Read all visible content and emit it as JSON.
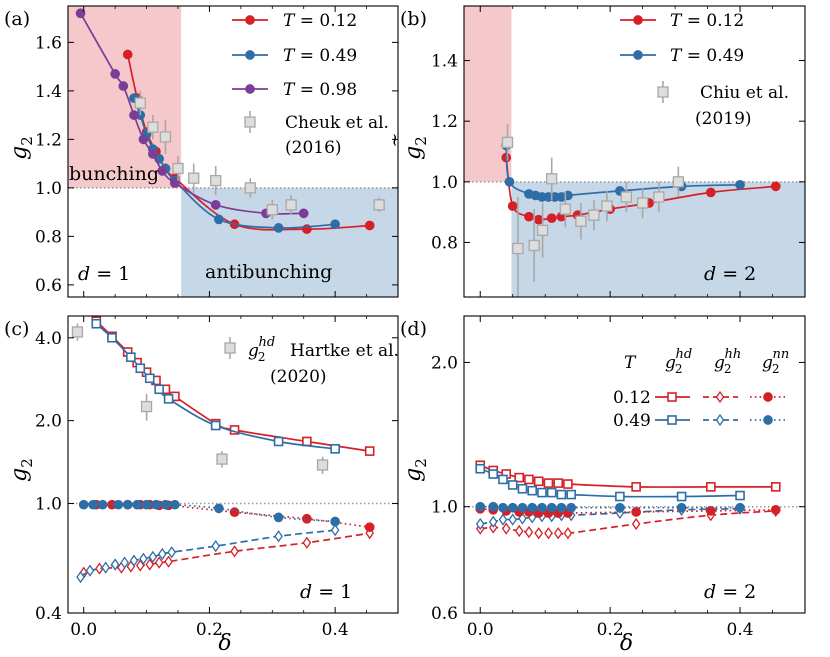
{
  "colors": {
    "red": "#d62027",
    "blue": "#2e6ea6",
    "purple": "#7d3c98",
    "exp": "#a8a8a8",
    "bunching_bg": "#f5c8cc",
    "antibunching_bg": "#c6d7e8",
    "ref_line": "#999999"
  },
  "chart_data": [
    {
      "panel": "(a)",
      "type": "line",
      "xlabel": "",
      "ylabel": "ḡ₂",
      "xlim": [
        -0.025,
        0.5
      ],
      "ylim": [
        0.55,
        1.75
      ],
      "yticks": [
        0.6,
        0.8,
        1.0,
        1.2,
        1.4,
        1.6
      ],
      "xticks": [
        0.0,
        0.2,
        0.4
      ],
      "grid": false,
      "legend_position": "top-right",
      "annotations": [
        "bunching",
        "antibunching",
        "d = 1"
      ],
      "shaded_regions": [
        {
          "label": "bunching",
          "x": [
            -0.025,
            0.155
          ],
          "y": [
            1.0,
            1.75
          ]
        },
        {
          "label": "antibunching",
          "x": [
            0.155,
            0.5
          ],
          "y": [
            0.55,
            1.0
          ]
        }
      ],
      "reference_line": 1.0,
      "series": [
        {
          "name": "T = 0.12",
          "color_key": "red",
          "marker": "circle",
          "x": [
            0.07,
            0.085,
            0.1,
            0.115,
            0.13,
            0.145,
            0.24,
            0.355,
            0.455
          ],
          "y": [
            1.55,
            1.37,
            1.23,
            1.15,
            1.08,
            1.04,
            0.85,
            0.83,
            0.845
          ]
        },
        {
          "name": "T = 0.49",
          "color_key": "blue",
          "marker": "circle",
          "x": [
            0.08,
            0.09,
            0.1,
            0.11,
            0.12,
            0.13,
            0.145,
            0.215,
            0.31,
            0.4
          ],
          "y": [
            1.37,
            1.3,
            1.22,
            1.16,
            1.12,
            1.08,
            1.03,
            0.87,
            0.835,
            0.85
          ]
        },
        {
          "name": "T = 0.98",
          "color_key": "purple",
          "marker": "circle",
          "x": [
            -0.005,
            0.05,
            0.063,
            0.08,
            0.095,
            0.11,
            0.125,
            0.145,
            0.21,
            0.29,
            0.35
          ],
          "y": [
            1.72,
            1.47,
            1.42,
            1.3,
            1.2,
            1.14,
            1.07,
            1.02,
            0.93,
            0.895,
            0.895
          ]
        },
        {
          "name": "Cheuk et al. (2016)",
          "color_key": "exp",
          "marker": "square",
          "x": [
            0.09,
            0.11,
            0.13,
            0.15,
            0.175,
            0.21,
            0.265,
            0.3,
            0.33,
            0.47
          ],
          "y": [
            1.35,
            1.25,
            1.21,
            1.08,
            1.04,
            1.03,
            1.0,
            0.91,
            0.93,
            0.93
          ],
          "err": [
            0.05,
            0.05,
            0.07,
            0.05,
            0.06,
            0.06,
            0.04,
            0.04,
            0.04,
            0.03
          ]
        }
      ]
    },
    {
      "panel": "(b)",
      "type": "line",
      "xlabel": "",
      "ylabel": "g̃₂",
      "xlim": [
        -0.025,
        0.5
      ],
      "ylim": [
        0.62,
        1.58
      ],
      "yticks": [
        0.8,
        1.0,
        1.2,
        1.4
      ],
      "xticks": [
        0.0,
        0.2,
        0.4
      ],
      "grid": false,
      "legend_position": "top-right",
      "annotations": [
        "d = 2"
      ],
      "shaded_regions": [
        {
          "label": "bunching",
          "x": [
            -0.025,
            0.048
          ],
          "y": [
            1.0,
            1.58
          ]
        },
        {
          "label": "antibunching",
          "x": [
            0.048,
            0.5
          ],
          "y": [
            0.62,
            1.0
          ]
        }
      ],
      "reference_line": 1.0,
      "series": [
        {
          "name": "T = 0.12",
          "color_key": "red",
          "marker": "circle",
          "x": [
            0.04,
            0.05,
            0.075,
            0.09,
            0.11,
            0.125,
            0.15,
            0.2,
            0.26,
            0.355,
            0.455
          ],
          "y": [
            1.08,
            0.92,
            0.885,
            0.875,
            0.88,
            0.885,
            0.89,
            0.91,
            0.93,
            0.965,
            0.985
          ]
        },
        {
          "name": "T = 0.49",
          "color_key": "blue",
          "marker": "circle",
          "x": [
            0.04,
            0.045,
            0.075,
            0.085,
            0.095,
            0.105,
            0.115,
            0.125,
            0.135,
            0.215,
            0.31,
            0.4
          ],
          "y": [
            1.12,
            1.0,
            0.96,
            0.955,
            0.95,
            0.95,
            0.95,
            0.95,
            0.955,
            0.97,
            0.985,
            0.99
          ]
        },
        {
          "name": "Chiu et al. (2019)",
          "color_key": "exp",
          "marker": "square",
          "x": [
            0.042,
            0.058,
            0.083,
            0.096,
            0.11,
            0.131,
            0.155,
            0.175,
            0.195,
            0.225,
            0.25,
            0.275,
            0.305
          ],
          "y": [
            1.13,
            0.78,
            0.79,
            0.84,
            1.01,
            0.91,
            0.87,
            0.89,
            0.92,
            0.95,
            0.93,
            0.95,
            1.0
          ],
          "err": [
            0.06,
            0.17,
            0.12,
            0.09,
            0.07,
            0.06,
            0.06,
            0.05,
            0.05,
            0.05,
            0.05,
            0.05,
            0.05
          ]
        }
      ]
    },
    {
      "panel": "(c)",
      "type": "line",
      "xlabel": "δ",
      "ylabel": "g₂",
      "yscale": "log",
      "xlim": [
        -0.025,
        0.5
      ],
      "ylim": [
        0.4,
        4.8
      ],
      "yticks": [
        0.4,
        1.0,
        2.0,
        4.0
      ],
      "ytick_labels": [
        "0.4",
        "1.0",
        "2.0",
        "4.0"
      ],
      "xticks": [
        0.0,
        0.2,
        0.4
      ],
      "xtick_labels": [
        "0.0",
        "0.2",
        "0.4"
      ],
      "grid": false,
      "legend_position": "top-right",
      "annotations": [
        "d = 1"
      ],
      "reference_line": 1.0,
      "series": [
        {
          "name": "g2^hd T=0.12",
          "color_key": "red",
          "marker": "square",
          "dash": "solid",
          "x": [
            0.02,
            0.045,
            0.07,
            0.085,
            0.1,
            0.115,
            0.13,
            0.145,
            0.21,
            0.24,
            0.355,
            0.455
          ],
          "y": [
            4.6,
            4.05,
            3.55,
            3.25,
            3.0,
            2.8,
            2.6,
            2.45,
            1.95,
            1.85,
            1.68,
            1.55
          ]
        },
        {
          "name": "g2^hd T=0.49",
          "color_key": "blue",
          "marker": "square",
          "dash": "solid",
          "x": [
            0.02,
            0.045,
            0.075,
            0.09,
            0.105,
            0.12,
            0.135,
            0.21,
            0.31,
            0.4
          ],
          "y": [
            4.5,
            4.0,
            3.4,
            3.1,
            2.85,
            2.6,
            2.4,
            1.92,
            1.68,
            1.58
          ]
        },
        {
          "name": "g2^hh T=0.12",
          "color_key": "red",
          "marker": "diamond",
          "dash": "dashed",
          "x": [
            0.0,
            0.025,
            0.06,
            0.075,
            0.09,
            0.105,
            0.12,
            0.135,
            0.24,
            0.355,
            0.455
          ],
          "y": [
            0.56,
            0.58,
            0.585,
            0.59,
            0.595,
            0.6,
            0.61,
            0.615,
            0.67,
            0.72,
            0.78
          ]
        },
        {
          "name": "g2^hh T=0.49",
          "color_key": "blue",
          "marker": "diamond",
          "dash": "dashed",
          "x": [
            -0.005,
            0.01,
            0.035,
            0.05,
            0.065,
            0.08,
            0.095,
            0.11,
            0.125,
            0.14,
            0.21,
            0.31,
            0.4
          ],
          "y": [
            0.54,
            0.57,
            0.585,
            0.6,
            0.61,
            0.62,
            0.63,
            0.64,
            0.655,
            0.665,
            0.7,
            0.76,
            0.8
          ]
        },
        {
          "name": "g2^nn T=0.12",
          "color_key": "red",
          "marker": "circle",
          "dash": "dotted",
          "x": [
            0.02,
            0.045,
            0.07,
            0.09,
            0.105,
            0.12,
            0.135,
            0.24,
            0.355,
            0.455
          ],
          "y": [
            0.99,
            0.99,
            0.99,
            0.99,
            0.99,
            0.985,
            0.985,
            0.93,
            0.88,
            0.82
          ]
        },
        {
          "name": "g2^nn T=0.49",
          "color_key": "blue",
          "marker": "circle",
          "dash": "dotted",
          "x": [
            0.0,
            0.015,
            0.03,
            0.055,
            0.07,
            0.085,
            0.1,
            0.115,
            0.13,
            0.145,
            0.215,
            0.31,
            0.4
          ],
          "y": [
            0.99,
            0.99,
            0.99,
            0.99,
            0.99,
            0.99,
            0.99,
            0.99,
            0.99,
            0.99,
            0.96,
            0.89,
            0.86
          ]
        },
        {
          "name": "Hartke et al. (2020)",
          "color_key": "exp",
          "marker": "square",
          "x": [
            -0.01,
            0.1,
            0.22,
            0.38
          ],
          "y": [
            4.2,
            2.25,
            1.45,
            1.38
          ],
          "err": [
            0.3,
            0.25,
            0.1,
            0.1
          ]
        }
      ]
    },
    {
      "panel": "(d)",
      "type": "line",
      "xlabel": "δ",
      "ylabel": "g₂",
      "yscale": "log",
      "xlim": [
        -0.025,
        0.5
      ],
      "ylim": [
        0.6,
        2.5
      ],
      "yticks": [
        0.6,
        1.0,
        2.0
      ],
      "ytick_labels": [
        "0.6",
        "1.0",
        "2.0"
      ],
      "xticks": [
        0.0,
        0.2,
        0.4
      ],
      "xtick_labels": [
        "0.0",
        "0.2",
        "0.4"
      ],
      "grid": false,
      "legend_position": "top-right",
      "annotations": [
        "d = 2"
      ],
      "reference_line": 1.0,
      "series": [
        {
          "name": "g2^hd T=0.12",
          "color_key": "red",
          "marker": "square",
          "dash": "solid",
          "x": [
            0.0,
            0.02,
            0.04,
            0.06,
            0.075,
            0.09,
            0.105,
            0.12,
            0.135,
            0.24,
            0.355,
            0.455
          ],
          "y": [
            1.22,
            1.19,
            1.17,
            1.15,
            1.14,
            1.13,
            1.12,
            1.12,
            1.115,
            1.1,
            1.1,
            1.1
          ]
        },
        {
          "name": "g2^hd T=0.49",
          "color_key": "blue",
          "marker": "square",
          "dash": "solid",
          "x": [
            0.0,
            0.02,
            0.035,
            0.05,
            0.065,
            0.08,
            0.095,
            0.11,
            0.125,
            0.14,
            0.215,
            0.31,
            0.4
          ],
          "y": [
            1.2,
            1.17,
            1.14,
            1.11,
            1.09,
            1.08,
            1.07,
            1.07,
            1.06,
            1.06,
            1.05,
            1.05,
            1.055
          ]
        },
        {
          "name": "g2^hh T=0.12",
          "color_key": "red",
          "marker": "diamond",
          "dash": "dashed",
          "x": [
            0.0,
            0.02,
            0.04,
            0.06,
            0.075,
            0.09,
            0.105,
            0.12,
            0.135,
            0.24,
            0.355,
            0.455
          ],
          "y": [
            0.9,
            0.905,
            0.9,
            0.89,
            0.885,
            0.88,
            0.88,
            0.88,
            0.88,
            0.92,
            0.96,
            0.98
          ]
        },
        {
          "name": "g2^hh T=0.49",
          "color_key": "blue",
          "marker": "diamond",
          "dash": "dashed",
          "x": [
            0.0,
            0.02,
            0.035,
            0.05,
            0.065,
            0.08,
            0.095,
            0.11,
            0.125,
            0.14,
            0.215,
            0.31,
            0.4
          ],
          "y": [
            0.92,
            0.93,
            0.94,
            0.94,
            0.945,
            0.95,
            0.955,
            0.955,
            0.96,
            0.96,
            0.97,
            0.985,
            0.99
          ]
        },
        {
          "name": "g2^nn T=0.12",
          "color_key": "red",
          "marker": "circle",
          "dash": "dotted",
          "x": [
            0.0,
            0.02,
            0.04,
            0.06,
            0.075,
            0.09,
            0.105,
            0.12,
            0.135,
            0.24,
            0.355,
            0.455
          ],
          "y": [
            0.99,
            0.985,
            0.98,
            0.975,
            0.975,
            0.97,
            0.97,
            0.97,
            0.97,
            0.975,
            0.98,
            0.985
          ]
        },
        {
          "name": "g2^nn T=0.49",
          "color_key": "blue",
          "marker": "circle",
          "dash": "dotted",
          "x": [
            0.0,
            0.02,
            0.035,
            0.05,
            0.065,
            0.08,
            0.095,
            0.11,
            0.125,
            0.14,
            0.215,
            0.31,
            0.4
          ],
          "y": [
            1.0,
            1.0,
            0.995,
            0.995,
            0.995,
            0.995,
            0.995,
            0.995,
            0.995,
            0.995,
            0.995,
            0.995,
            0.995
          ]
        }
      ]
    }
  ],
  "legends": {
    "a": [
      "T = 0.12",
      "T = 0.49",
      "T = 0.98",
      "Cheuk et al.",
      "(2016)"
    ],
    "b": [
      "T = 0.12",
      "T = 0.49",
      "Chiu et al.",
      "(2019)"
    ],
    "c": [
      "g",
      "2",
      "hd",
      "Hartke et al.",
      "(2020)"
    ],
    "d": {
      "T": "T",
      "rows": [
        "0.12",
        "0.49"
      ],
      "headers": [
        "hd",
        "hh",
        "nn"
      ]
    }
  }
}
